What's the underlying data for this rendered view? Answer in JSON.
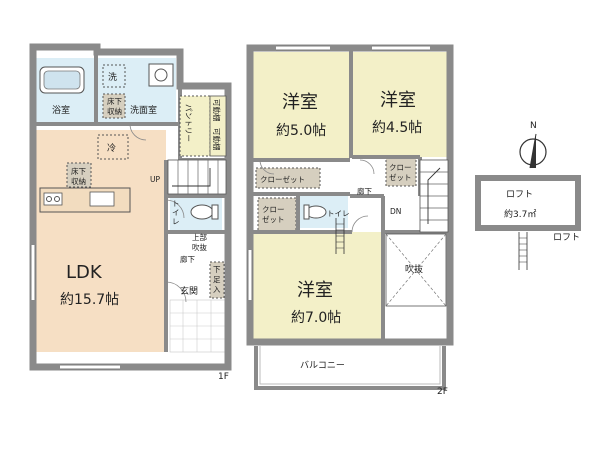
{
  "floor1": {
    "bath": "浴室",
    "wash_small": "洗",
    "washroom": "洗面室",
    "underfloor_storage_1": [
      "床下",
      "収納"
    ],
    "pantry": "パントリー",
    "shelf_a": "可動棚",
    "shelf_b": "可動棚",
    "fridge": "冷",
    "underfloor_storage_2": [
      "床下",
      "収納"
    ],
    "up": "UP",
    "toilet": [
      "ト",
      "イ",
      "レ"
    ],
    "upper_void": [
      "上部",
      "吹抜"
    ],
    "hall": "廊下",
    "shoe_storage": [
      "下",
      "足",
      "入"
    ],
    "entrance": "玄関",
    "ldk": "LDK",
    "ldk_size": "約15.7帖",
    "floor_label": "1F"
  },
  "floor2": {
    "room_a": "洋室",
    "room_a_size": "約5.0帖",
    "room_b": "洋室",
    "room_b_size": "約4.5帖",
    "closet_a": "クローゼット",
    "closet_b": [
      "クロー",
      "ゼット"
    ],
    "hall": "廊下",
    "closet_c": [
      "クロー",
      "ゼット"
    ],
    "toilet": "トイレ",
    "dn": "DN",
    "room_c": "洋室",
    "room_c_size": "約7.0帖",
    "void": "吹抜",
    "balcony": "バルコニー",
    "floor_label": "2F"
  },
  "loft": {
    "name": "ロフト",
    "size": "約3.7㎡",
    "label": "ロフト"
  },
  "compass": {
    "north": "N"
  },
  "colors": {
    "wall": "#8a8a8a",
    "wall_dark": "#555555",
    "ldk_floor": "#f6dfc4",
    "room_floor": "#f3f0c8",
    "wet_floor": "#dceef6",
    "closet_floor": "#d6cfbf",
    "line": "#333333"
  }
}
